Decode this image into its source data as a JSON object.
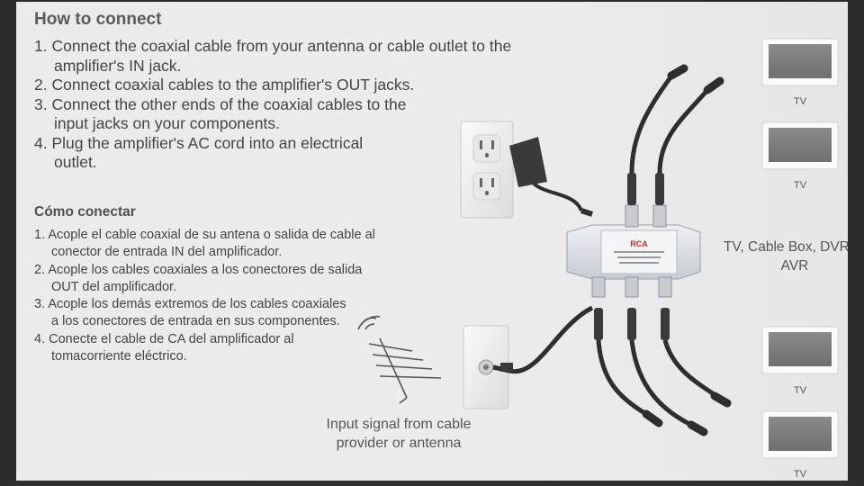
{
  "english": {
    "heading": "How to connect",
    "steps": [
      "1. Connect the coaxial cable from your antenna or cable outlet to the amplifier's IN jack.",
      "2. Connect coaxial cables to the amplifier's OUT jacks.",
      "3. Connect the other ends of the coaxial cables to the input jacks on your components.",
      "4. Plug the amplifier's AC cord into an electrical outlet."
    ]
  },
  "spanish": {
    "heading": "Cómo conectar",
    "steps": [
      "1. Acople el cable coaxial de su antena o salida de cable al conector de entrada IN del amplificador.",
      "2. Acople los cables coaxiales a los conectores de salida OUT del amplificador.",
      "3. Acople los demás extremos de los cables coaxiales a los conectores de entrada en sus componentes.",
      "4. Conecte el cable de CA del amplificador al tomacorriente eléctrico."
    ]
  },
  "diagram": {
    "input_caption": "Input signal from cable provider or antenna",
    "components_caption": "TV, Cable Box, DVR or AVR",
    "tv_labels": [
      "TV",
      "TV",
      "TV",
      "TV"
    ],
    "amplifier_brand": "RCA"
  },
  "colors": {
    "panel_background": "#ebebeb",
    "frame": "#2b2b2b",
    "text": "#444444",
    "heading": "#5a5a5a",
    "brand_red": "#d8262a",
    "amplifier_body": "#d9dde3",
    "cable": "#2e2e2e"
  },
  "icons": [
    "antenna-icon",
    "wall-outlet-icon",
    "coax-wall-plate-icon",
    "tv-icon",
    "amplifier-icon",
    "power-adapter-icon"
  ]
}
